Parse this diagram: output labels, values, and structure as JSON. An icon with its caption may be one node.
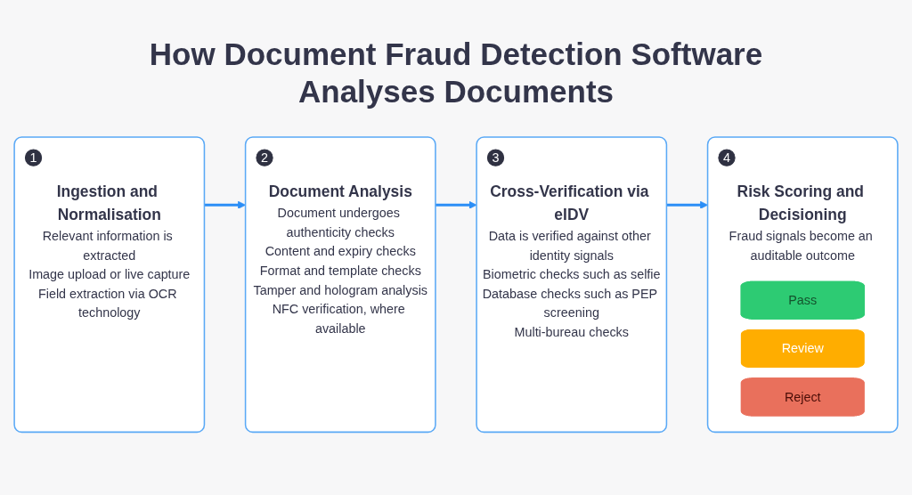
{
  "diagram": {
    "title": "How Document Fraud Detection Software Analyses Documents",
    "nodes": [
      {
        "text": [
          "Ingestion and Normalisation",
          "Relevant information is extracted",
          "Image upload or live capture",
          "Field extraction via OCR technology"
        ]
      },
      {
        "text": [
          "1"
        ],
        "in": 0
      },
      {
        "text": [
          "Document Analysis",
          "Document undergoes authenticity checks",
          "Content and expiry checks",
          "Format and template checks",
          "Tamper and hologram analysis",
          "NFC verification, where available"
        ]
      },
      {
        "text": [
          "2"
        ],
        "in": 2
      },
      {
        "text": [
          "Cross-Verification via eIDV",
          "Data is verified against other identity signals",
          "Biometric checks such as selfie",
          "Database checks such as PEP screening",
          "Multi-bureau checks"
        ]
      },
      {
        "text": [
          "3"
        ],
        "in": 4
      },
      {
        "text": [
          "Risk Scoring and Decisioning",
          "Fraud signals become an auditable outcome"
        ]
      },
      {
        "text": [
          "4"
        ],
        "in": 6
      },
      {
        "text": [
          "Pass"
        ],
        "in": 6
      },
      {
        "text": [
          "Review"
        ],
        "in": 6
      },
      {
        "text": [
          "Reject"
        ],
        "in": 6
      }
    ],
    "edges": [
      {
        "from": 0,
        "to": 2,
        "arrow": "to"
      },
      {
        "from": 2,
        "to": 4,
        "arrow": "to"
      },
      {
        "from": 4,
        "to": 6,
        "arrow": "to"
      }
    ]
  }
}
